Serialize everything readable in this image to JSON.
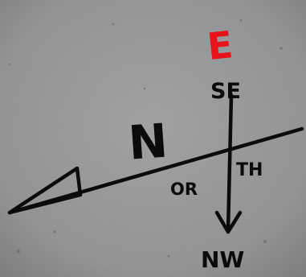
{
  "photo": {
    "surface_color": "#8a8d8f",
    "ink_color": "#0b0b0b",
    "accent_color": "#e8121a"
  },
  "labels": {
    "top_red": "E",
    "upper": "SE",
    "big": "N",
    "middle_left": "OR",
    "middle_right": "TH",
    "bottom": "NW"
  }
}
